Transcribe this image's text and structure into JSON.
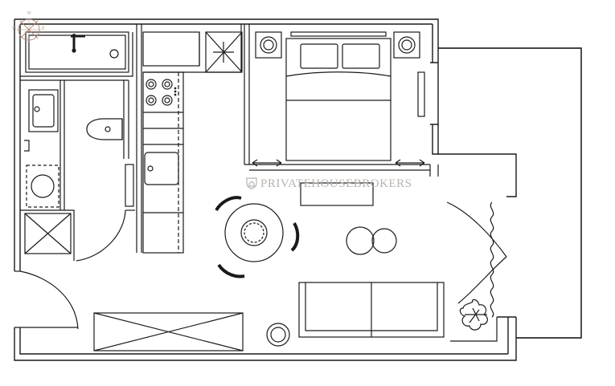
{
  "watermark": {
    "text": "PRIVATEHOUSEBROKERS",
    "logo_icon": "house-shield-logo",
    "color": "#b9b2ad"
  },
  "compass": {
    "icon": "compass-rose-icon",
    "labels": [
      "N",
      "E",
      "S",
      "W"
    ],
    "color": "#b08f7c"
  },
  "colors": {
    "line": "#1a1a1a",
    "background": "#ffffff"
  }
}
